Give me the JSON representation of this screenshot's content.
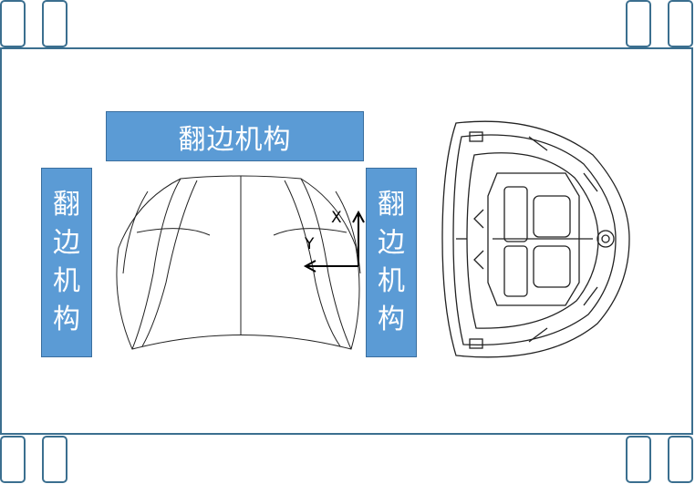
{
  "labels": {
    "top": "翻边机构",
    "left": [
      "翻",
      "边",
      "机",
      "构"
    ],
    "right": [
      "翻",
      "边",
      "机",
      "构"
    ]
  },
  "axes": {
    "x": "X",
    "y": "Y"
  },
  "colors": {
    "label_fill": "#5b9bd5",
    "frame_stroke": "#3b6f8f"
  }
}
